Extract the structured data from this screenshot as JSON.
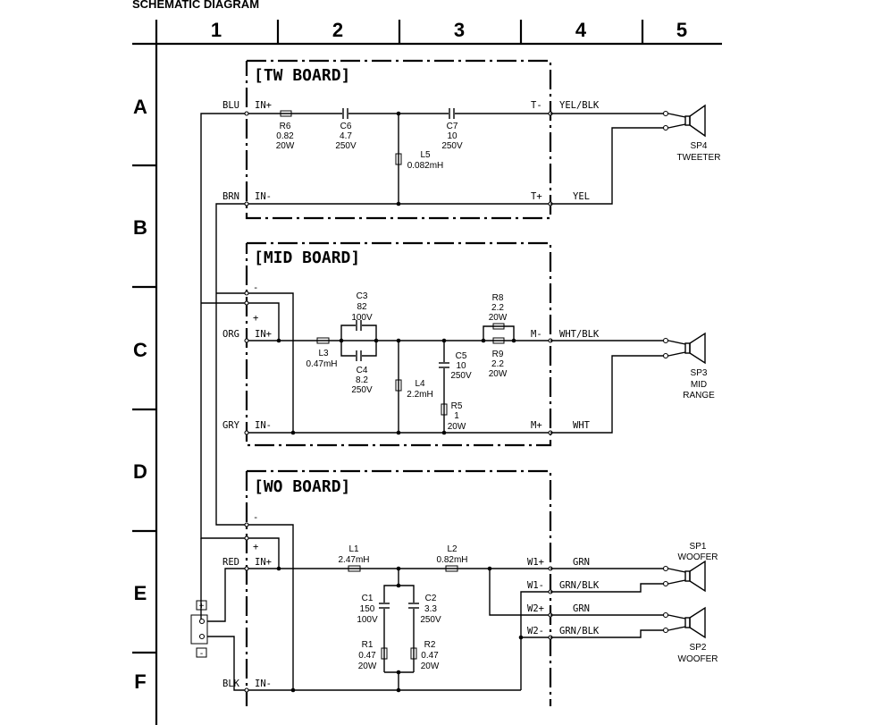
{
  "title": "SCHEMATIC  DIAGRAM",
  "columns": [
    "1",
    "2",
    "3",
    "4",
    "5"
  ],
  "rows": [
    "A",
    "B",
    "C",
    "D",
    "E",
    "F"
  ],
  "boards": {
    "tw": "[TW BOARD]",
    "mid": "[MID BOARD]",
    "wo": "[WO BOARD]"
  },
  "tw": {
    "in_plus": "IN+",
    "in_minus": "IN-",
    "t_minus": "T-",
    "t_plus": "T+",
    "wire_in_plus": "BLU",
    "wire_in_minus": "BRN",
    "wire_out_minus": "YEL/BLK",
    "wire_out_plus": "YEL",
    "r6": [
      "R6",
      "0.82",
      "20W"
    ],
    "c6": [
      "C6",
      "4.7",
      "250V"
    ],
    "c7": [
      "C7",
      "10",
      "250V"
    ],
    "l5": [
      "L5",
      "0.082mH"
    ]
  },
  "mid": {
    "minus": "-",
    "plus": "+",
    "in_plus": "IN+",
    "in_minus": "IN-",
    "m_minus": "M-",
    "m_plus": "M+",
    "wire_in_plus": "ORG",
    "wire_in_minus": "GRY",
    "wire_out_minus": "WHT/BLK",
    "wire_out_plus": "WHT",
    "l3": [
      "L3",
      "0.47mH"
    ],
    "c3": [
      "C3",
      "82",
      "100V"
    ],
    "c4": [
      "C4",
      "8.2",
      "250V"
    ],
    "l4": [
      "L4",
      "2.2mH"
    ],
    "c5": [
      "C5",
      "10",
      "250V"
    ],
    "r5": [
      "R5",
      "1",
      "20W"
    ],
    "r8": [
      "R8",
      "2.2",
      "20W"
    ],
    "r9": [
      "R9",
      "2.2",
      "20W"
    ]
  },
  "wo": {
    "minus": "-",
    "plus": "+",
    "in_plus": "IN+",
    "in_minus": "IN-",
    "w1_plus": "W1+",
    "w1_minus": "W1-",
    "w2_plus": "W2+",
    "w2_minus": "W2-",
    "wire_in_plus": "RED",
    "wire_in_minus": "BLK",
    "wire_w1_plus": "GRN",
    "wire_w1_minus": "GRN/BLK",
    "wire_w2_plus": "GRN",
    "wire_w2_minus": "GRN/BLK",
    "l1": [
      "L1",
      "2.47mH"
    ],
    "l2": [
      "L2",
      "0.82mH"
    ],
    "c1": [
      "C1",
      "150",
      "100V"
    ],
    "c2": [
      "C2",
      "3.3",
      "250V"
    ],
    "r1": [
      "R1",
      "0.47",
      "20W"
    ],
    "r2": [
      "R2",
      "0.47",
      "20W"
    ]
  },
  "speakers": {
    "sp4": [
      "SP4",
      "TWEETER"
    ],
    "sp3": [
      "SP3",
      "MID",
      "RANGE"
    ],
    "sp1": [
      "SP1",
      "WOOFER"
    ],
    "sp2": [
      "SP2",
      "WOOFER"
    ]
  },
  "terminal": {
    "plus": "+",
    "minus": "-"
  }
}
